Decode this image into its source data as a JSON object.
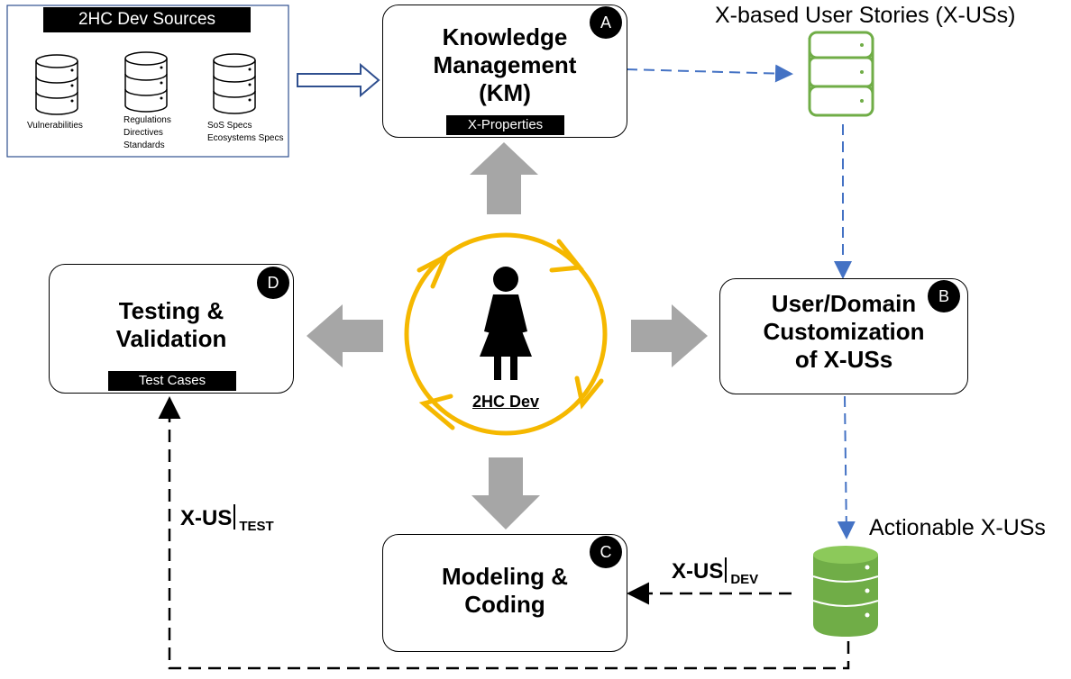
{
  "sources": {
    "title": "2HC Dev Sources",
    "items": [
      {
        "label": "Vulnerabilities"
      },
      {
        "label": "Regulations\nDirectives\nStandards"
      },
      {
        "label": "SoS Specs\nEcosystems Specs"
      }
    ]
  },
  "nodes": {
    "km": {
      "title": "Knowledge\nManagement\n(KM)",
      "tag": "X-Properties",
      "badge": "A"
    },
    "customization": {
      "title": "User/Domain\nCustomization\nof X-USs",
      "badge": "B"
    },
    "modeling": {
      "title": "Modeling &\nCoding",
      "badge": "C"
    },
    "testing": {
      "title": "Testing &\nValidation",
      "tag": "Test Cases",
      "badge": "D"
    }
  },
  "center": {
    "label": "2HC Dev"
  },
  "stores": {
    "user_stories": {
      "label": "X-based User Stories (X-USs)",
      "color": "#70ad47"
    },
    "actionable": {
      "label": "Actionable X-USs",
      "color": "#70ad47"
    }
  },
  "edge_labels": {
    "dev": {
      "main": "X-US",
      "sub": "DEV"
    },
    "test": {
      "main": "X-US",
      "sub": "TEST"
    }
  },
  "colors": {
    "cycle": "#f5b800",
    "block_arrow": "#a6a6a6",
    "dashed_blue": "#4472c4",
    "outline_arrow": "#2f4f8f"
  }
}
